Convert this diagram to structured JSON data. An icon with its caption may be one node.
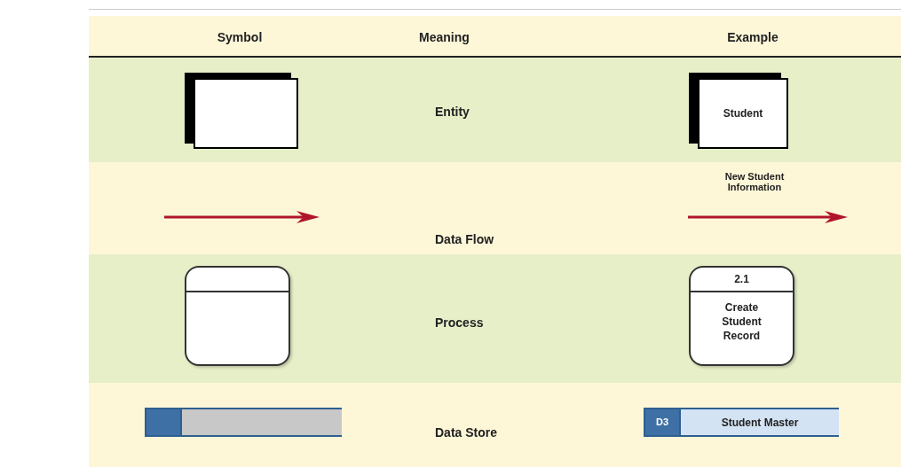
{
  "diagram": {
    "nodes": [
      {
        "text": [],
        "shape": "box"
      },
      {
        "text": [
          "Student"
        ]
      },
      {
        "text": [],
        "shape": "box"
      },
      {
        "text": [
          "2.1",
          "Create Student Record"
        ]
      },
      {
        "text": [],
        "shape": "bar"
      },
      {
        "text": [
          "D3",
          "Student Master"
        ]
      }
    ],
    "labels": [
      "Symbol",
      "Meaning",
      "Example",
      "Entity",
      "New Student Information",
      "Data Flow",
      "Process",
      "Data Store"
    ]
  }
}
